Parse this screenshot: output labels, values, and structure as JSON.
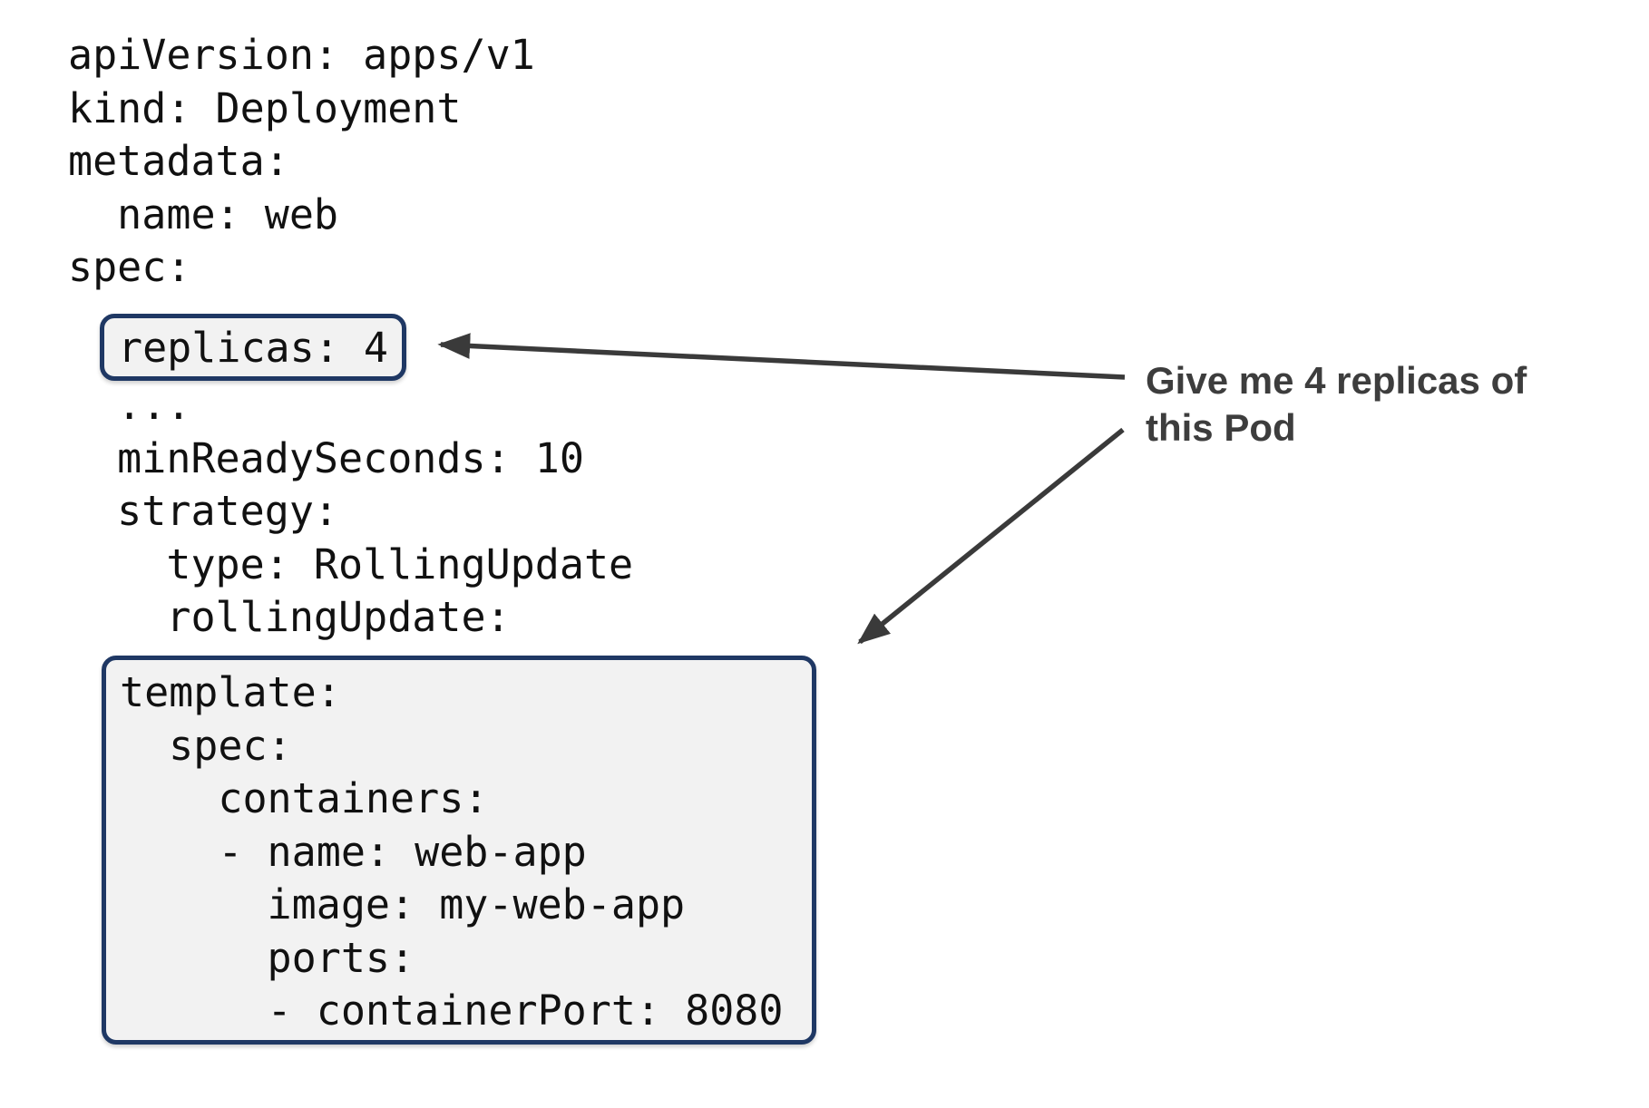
{
  "yaml": {
    "header_lines": [
      "apiVersion: apps/v1",
      "kind: Deployment",
      "metadata:",
      "  name: web",
      "spec:"
    ],
    "replicas_box": {
      "text": "replicas: 4"
    },
    "mid_lines": [
      "  ...",
      "  minReadySeconds: 10",
      "  strategy:",
      "    type: RollingUpdate",
      "    rollingUpdate:"
    ],
    "template_box": {
      "lines": [
        "template:",
        "  spec:",
        "    containers:",
        "    - name: web-app",
        "      image: my-web-app",
        "      ports:",
        "      - containerPort: 8080"
      ]
    }
  },
  "annotation": {
    "text": "Give me 4 replicas of\nthis Pod"
  },
  "colors": {
    "box_border": "#1f3864",
    "box_fill": "#f2f2f2",
    "arrow": "#3a3a3a",
    "code_text": "#111111",
    "annotation_text": "#3d3d3d",
    "background": "#ffffff"
  }
}
